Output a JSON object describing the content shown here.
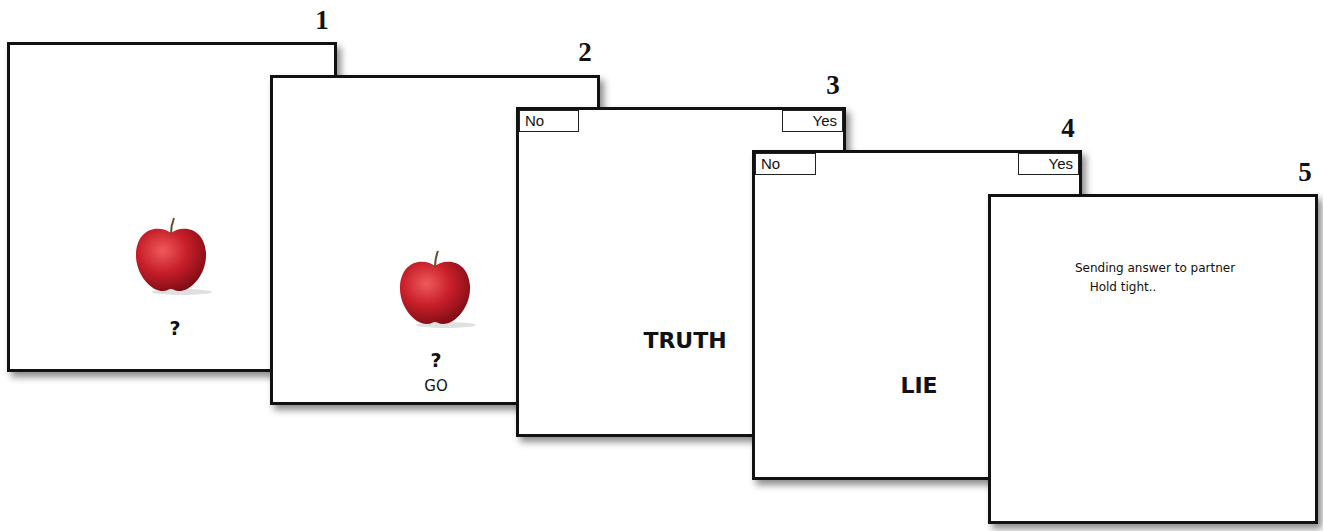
{
  "diagram": {
    "nodes": [
      {
        "text": [
          "?"
        ]
      },
      {
        "text": [
          "?",
          "GO"
        ]
      },
      {
        "text": [
          "TRUTH"
        ]
      },
      {
        "text": [
          "No"
        ],
        "in": 2
      },
      {
        "text": [
          "Yes"
        ],
        "in": 2
      },
      {
        "text": [
          "LIE"
        ]
      },
      {
        "text": [
          "No"
        ],
        "in": 5
      },
      {
        "text": [
          "Yes"
        ],
        "in": 5
      },
      {
        "text": [
          "Sending answer to partner",
          "Hold tight.."
        ]
      }
    ],
    "labels": [
      "1",
      "2",
      "3",
      "4",
      "5"
    ]
  }
}
